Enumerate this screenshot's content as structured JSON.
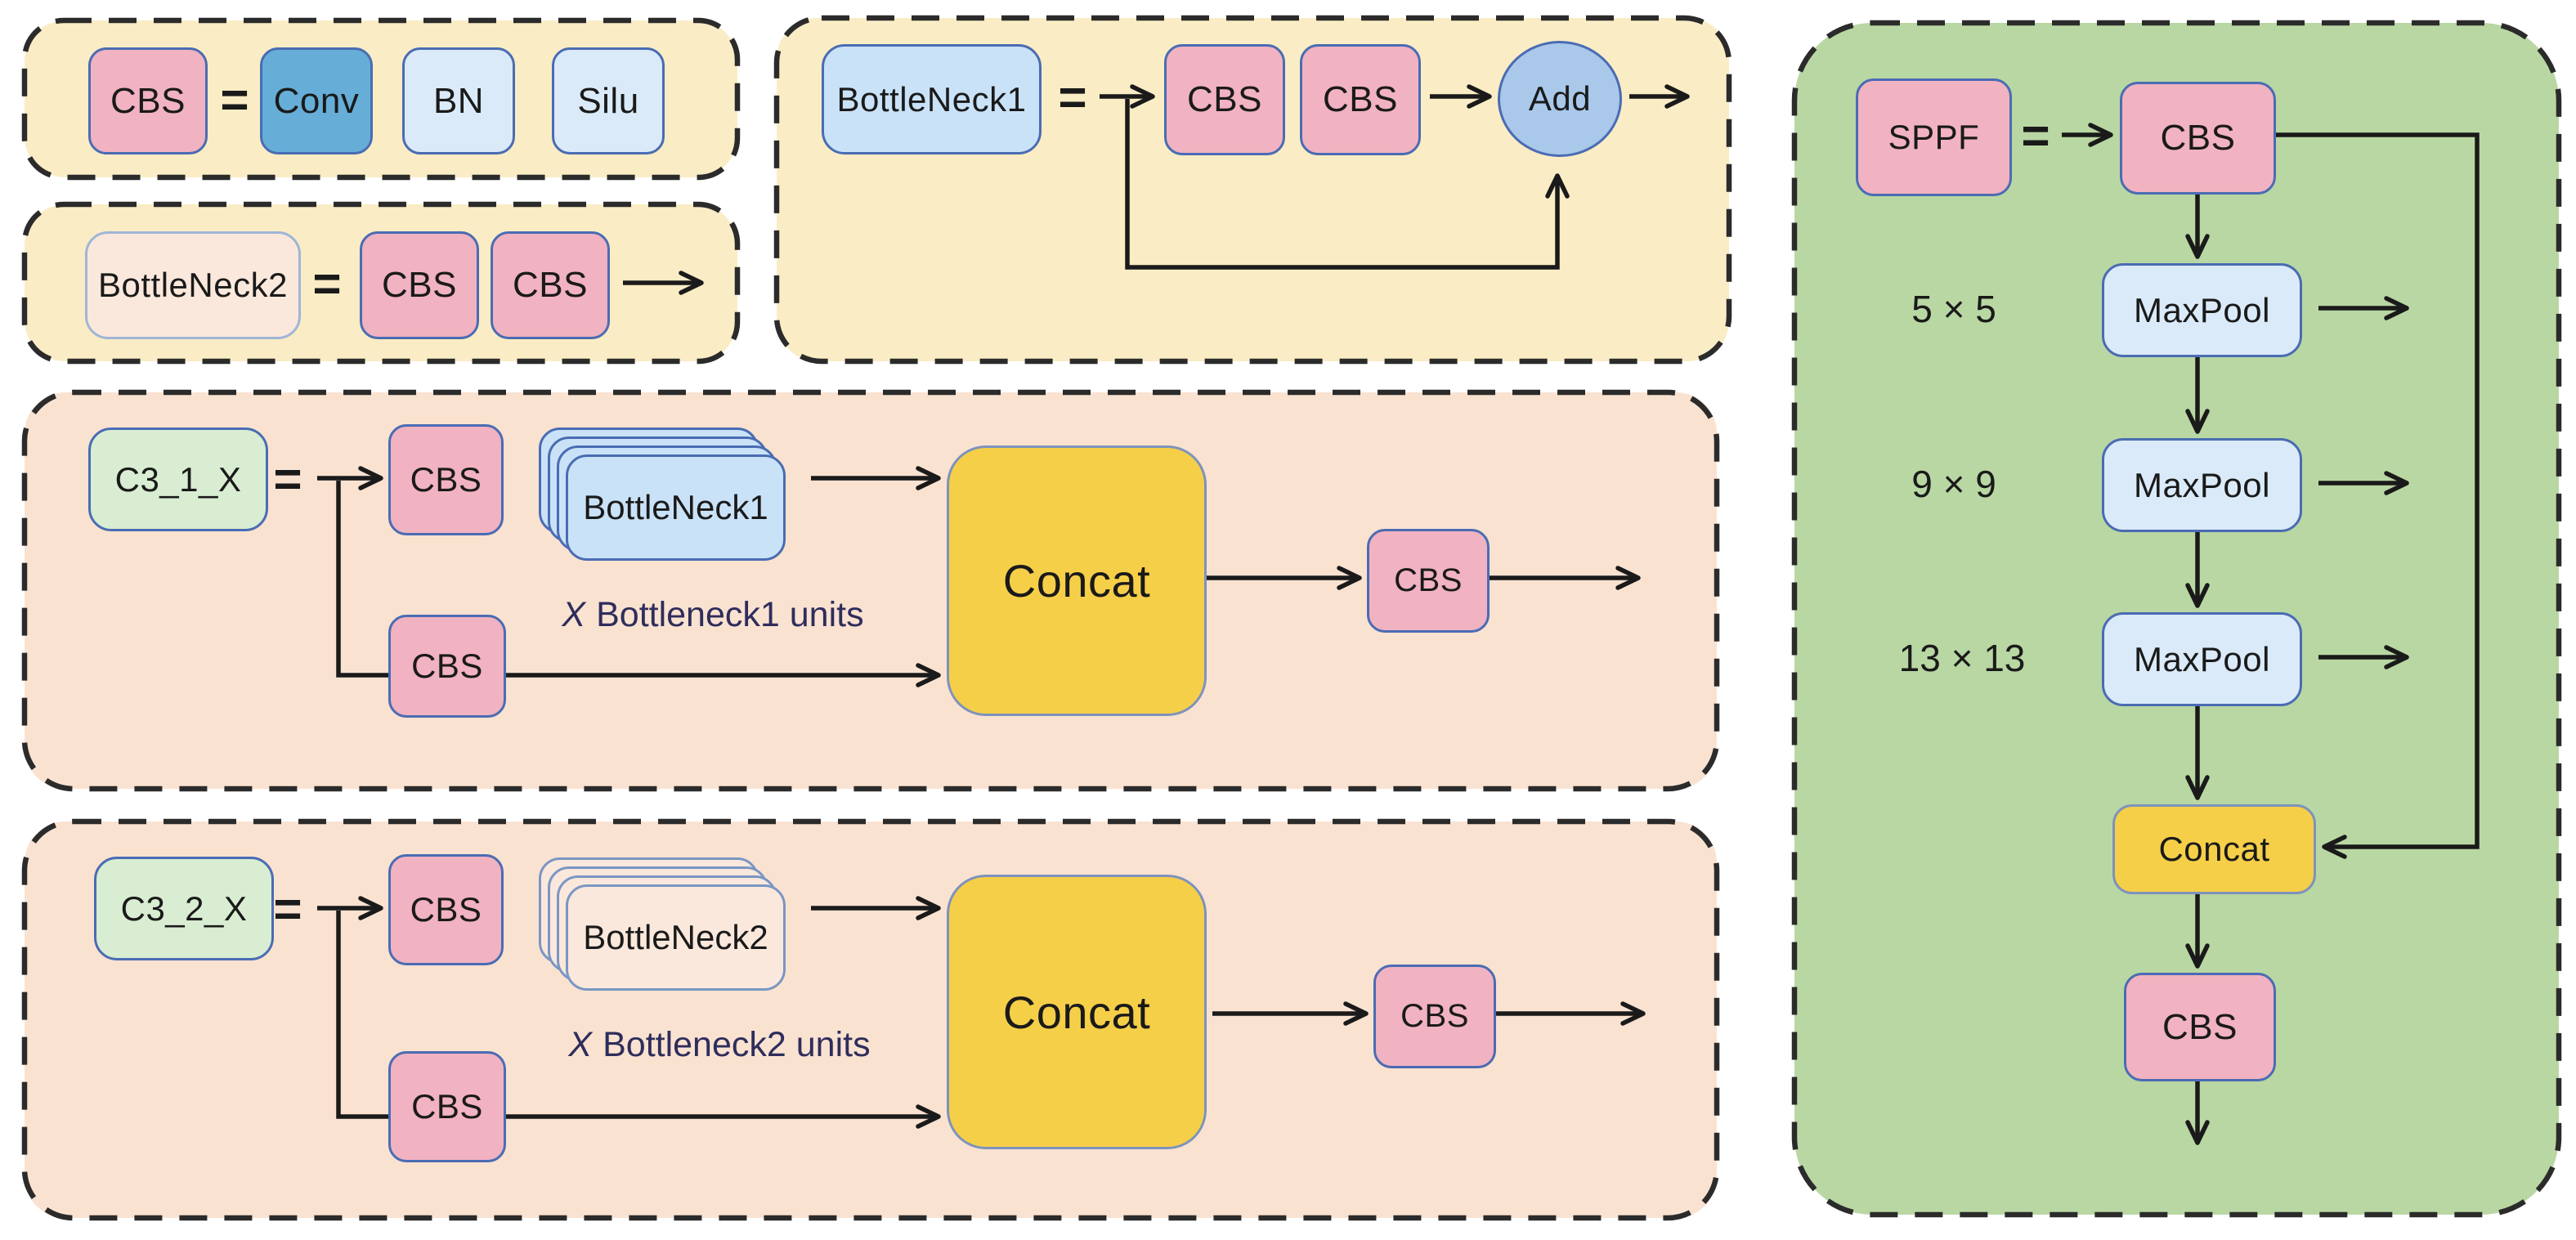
{
  "colors": {
    "canvas-bg": "#ffffff",
    "panel-yellow": "#faecc5",
    "panel-peach": "#fae2d1",
    "panel-green": "#b9d7a3",
    "box-pink": "#f1b2c1",
    "box-blue-strong": "#66aed7",
    "box-blue-light": "#daeaf8",
    "box-blue-mid": "#c9e2f7",
    "box-cream": "#fbe8dc",
    "box-green-light": "#d8edd2",
    "box-gold": "#f6cf49",
    "ellipse-blue": "#a9c8ea",
    "box-border": "#4a6cb3",
    "line": "#1a1a1a",
    "units-text": "#2e2d5c",
    "panel-border": "#2b2b2b"
  },
  "panels": {
    "cbs_def": {
      "cbs": "CBS",
      "equals": "=",
      "conv": "Conv",
      "bn": "BN",
      "silu": "Silu"
    },
    "bottleneck2_def": {
      "name": "BottleNeck2",
      "equals": "=",
      "cbs_a": "CBS",
      "cbs_b": "CBS"
    },
    "bottleneck1_def": {
      "name": "BottleNeck1",
      "equals": "=",
      "cbs_a": "CBS",
      "cbs_b": "CBS",
      "add": "Add"
    },
    "c3_1": {
      "name": "C3_1_X",
      "equals": "=",
      "cbs_in": "CBS",
      "stack": "BottleNeck1",
      "units_x": "X",
      "units_rest": "Bottleneck1 units",
      "cbs_skip": "CBS",
      "concat": "Concat",
      "cbs_out": "CBS"
    },
    "c3_2": {
      "name": "C3_2_X",
      "equals": "=",
      "cbs_in": "CBS",
      "stack": "BottleNeck2",
      "units_x": "X",
      "units_rest": "Bottleneck2 units",
      "cbs_skip": "CBS",
      "concat": "Concat",
      "cbs_out": "CBS"
    },
    "sppf": {
      "name": "SPPF",
      "equals": "=",
      "cbs_in": "CBS",
      "pools": [
        {
          "size": "5 × 5",
          "label": "MaxPool"
        },
        {
          "size": "9 × 9",
          "label": "MaxPool"
        },
        {
          "size": "13 × 13",
          "label": "MaxPool"
        }
      ],
      "concat": "Concat",
      "cbs_out": "CBS"
    }
  }
}
